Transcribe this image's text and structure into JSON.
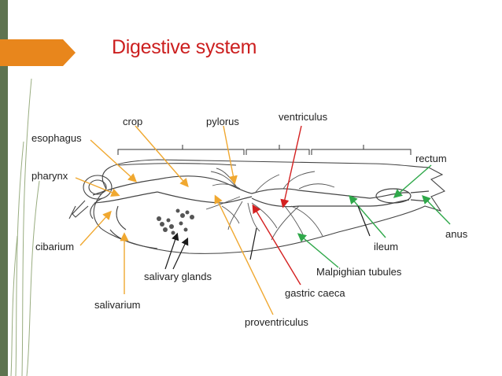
{
  "slide": {
    "title": "Digestive system",
    "colors": {
      "title": "#cc1f1f",
      "side_band": "#5e7350",
      "tab": "#e8861c",
      "orange_arrow": "#f0a830",
      "red_arrow": "#d42020",
      "green_arrow": "#2fa84a",
      "black_arrow": "#1a1a1a"
    }
  },
  "labels": {
    "crop": "crop",
    "pylorus": "pylorus",
    "ventriculus": "ventriculus",
    "esophagus": "esophagus",
    "rectum": "rectum",
    "pharynx": "pharynx",
    "anus": "anus",
    "cibarium": "cibarium",
    "ileum": "ileum",
    "salivary_glands": "salivary glands",
    "malpighian_tubules": "Malpighian tubules",
    "gastric_caeca": "gastric caeca",
    "salivarium": "salivarium",
    "proventriculus": "proventriculus"
  }
}
